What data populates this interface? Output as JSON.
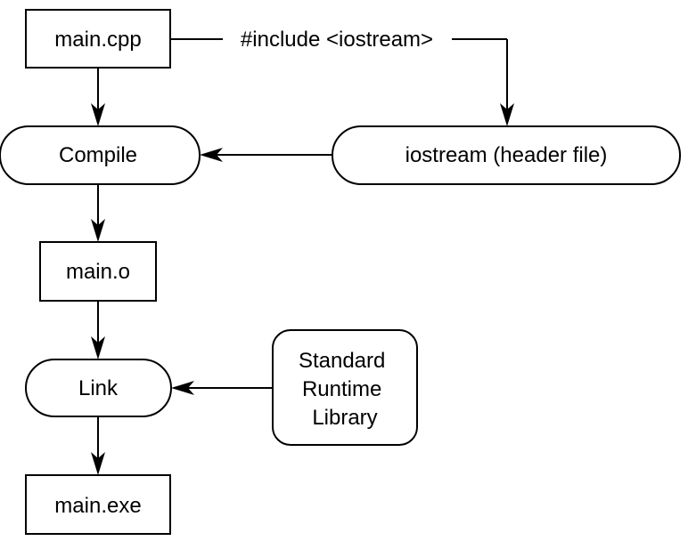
{
  "nodes": {
    "main_cpp": "main.cpp",
    "compile": "Compile",
    "iostream_header": "iostream (header file)",
    "main_o": "main.o",
    "link": "Link",
    "std_runtime": [
      "Standard",
      "Runtime",
      "Library"
    ],
    "main_exe": "main.exe"
  },
  "edges": {
    "include_label": "#include <iostream>"
  },
  "colors": {
    "stroke": "#000000",
    "fill": "#ffffff",
    "text": "#000000"
  }
}
